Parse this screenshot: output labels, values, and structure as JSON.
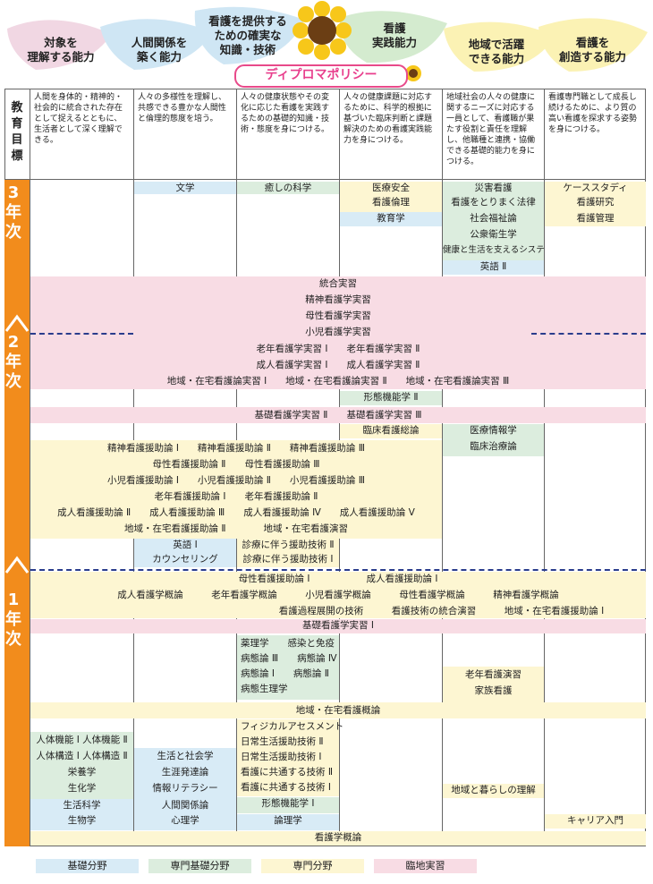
{
  "header": {
    "policy_title": "ディプロマポリシー",
    "leaves": [
      {
        "text": "対象を\n理解する能力",
        "color": "#f1d7e3"
      },
      {
        "text": "人間関係を\n築く能力",
        "color": "#cfe6f4"
      },
      {
        "text": "看護を提供する\nための確実な\n知識・技術",
        "color": "#cfe6f4"
      },
      {
        "text": "看護\n実践能力",
        "color": "#d4ebcf"
      },
      {
        "text": "地域で活躍\nできる能力",
        "color": "#fbf2b4"
      },
      {
        "text": "看護を\n創造する能力",
        "color": "#fbf2b4"
      }
    ]
  },
  "goals": {
    "label": "教育目標",
    "texts": [
      "人間を身体的・精神的・社会的に統合された存在として捉えるとともに、生活者として深く理解できる。",
      "人々の多様性を理解し、共感できる豊かな人間性と倫理的態度を培う。",
      "人々の健康状態やその変化に応じた看護を実践するための基礎的知識・技術・態度を身につける。",
      "人々の健康課題に対応するために、科学的根拠に基づいた臨床判断と課題解決のための看護実践能力を身につける。",
      "地域社会の人々の健康に関するニーズに対応する一員として、看護職が果たす役割と責任を理解し、他職種と連携・協働できる基礎的能力を身につける。",
      "看護専門職として成長し続けるために、より質の高い看護を探求する姿勢を身につける。"
    ]
  },
  "years": {
    "y3": "3\n年\n次",
    "y2": "2\n年\n次",
    "y1": "1\n年\n次"
  },
  "year3": {
    "col2": [
      "文学"
    ],
    "col3": [
      "癒しの科学"
    ],
    "col4": [
      "医療安全",
      "看護倫理",
      "教育学"
    ],
    "col5": [
      "災害看護",
      "看護をとりまく法律",
      "社会福祉論",
      "公衆衛生学",
      "健康と生活を支えるシステム",
      "英語 Ⅱ"
    ],
    "col6": [
      "ケーススタディ",
      "看護研究",
      "看護管理"
    ]
  },
  "practicum": [
    "統合実習",
    "精神看護学実習",
    "母性看護学実習",
    "小児看護学実習",
    "老年看護学実習 Ⅰ　　老年看護学実習 Ⅱ",
    "成人看護学実習 Ⅰ　　成人看護学実習 Ⅱ",
    "地域・在宅看護論実習 Ⅰ　　地域・在宅看護論実習 Ⅱ　　地域・在宅看護論実習 Ⅲ"
  ],
  "year2": {
    "keitai2": "形態機能学 Ⅱ",
    "kiso_jisshu": "基礎看護学実習 Ⅱ　　基礎看護学実習 Ⅲ",
    "rinsho": "臨床看護総論",
    "col5": [
      "医療情報学",
      "臨床治療論"
    ],
    "enjo": [
      "精神看護援助論 Ⅰ　　精神看護援助論 Ⅱ　　精神看護援助論 Ⅲ",
      "母性看護援助論 Ⅱ　　母性看護援助論 Ⅲ",
      "小児看護援助論 Ⅰ　　小児看護援助論 Ⅱ　　小児看護援助論 Ⅲ",
      "老年看護援助論 Ⅰ　　老年看護援助論 Ⅱ",
      "成人看護援助論 Ⅱ　　成人看護援助論 Ⅲ　　成人看護援助論 Ⅳ　　成人看護援助論 Ⅴ",
      "地域・在宅看護援助論 Ⅱ　　　　地域・在宅看護演習"
    ],
    "col2": [
      "英語 Ⅰ",
      "カウンセリング"
    ],
    "col3": [
      "診療に伴う援助技術 Ⅱ",
      "診療に伴う援助技術 Ⅰ"
    ]
  },
  "year1": {
    "row1": "母性看護援助論 Ⅰ　　　　　　成人看護援助論 Ⅰ",
    "row2": "成人看護学概論　　　老年看護学概論　　　小児看護学概論　　　母性看護学概論　　　精神看護学概論",
    "row3": "看護過程展開の技術　　　看護技術の統合演習　　　地域・在宅看護援助論 Ⅰ",
    "kiso1": "基礎看護学実習 Ⅰ",
    "col3a": [
      "薬理学　　感染と免疫",
      "病態論 Ⅲ　　病態論 Ⅳ",
      "病態論 Ⅰ　　病態論 Ⅱ",
      "病態生理学"
    ],
    "col5a": [
      "老年看護演習",
      "家族看護"
    ],
    "chiiki": "地域・在宅看護概論",
    "col3b": [
      "フィジカルアセスメント",
      "日常生活援助技術 Ⅱ",
      "日常生活援助技術 Ⅰ",
      "看護に共通する技術 Ⅱ",
      "看護に共通する技術 Ⅰ"
    ],
    "col1": [
      "人体機能 Ⅰ  人体機能 Ⅱ",
      "人体構造 Ⅰ  人体構造 Ⅱ",
      "栄養学",
      "生化学",
      "生活科学",
      "生物学"
    ],
    "col2": [
      "生活と社会学",
      "生涯発達論",
      "情報リテラシー",
      "人間関係論",
      "心理学"
    ],
    "keitai1": "形態機能学 Ⅰ",
    "ronri": "論理学",
    "kurashi": "地域と暮らしの理解",
    "career": "キャリア入門",
    "gairon": "看護学概論"
  },
  "legend": [
    "基礎分野",
    "専門基礎分野",
    "専門分野",
    "臨地実習"
  ],
  "colors": {
    "blue": "#d8ebf6",
    "green": "#dcedde",
    "yellow": "#fdf6d2",
    "pink": "#f8dce4",
    "orange": "#f28c1c",
    "policy": "#e83e8c"
  }
}
